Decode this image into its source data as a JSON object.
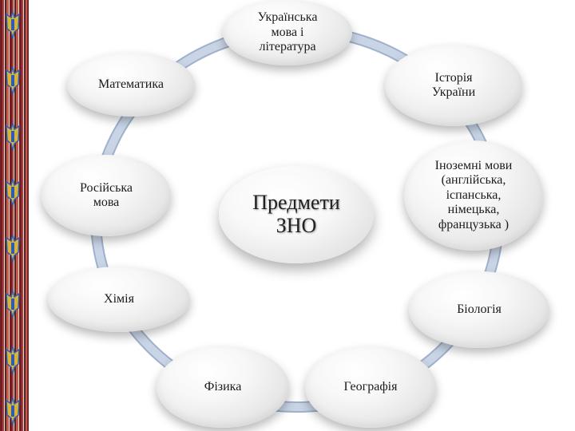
{
  "diagram": {
    "center": "Предмети\nЗНО",
    "nodes": [
      {
        "id": "ukr",
        "label": "Українська\nмова і\nлітература"
      },
      {
        "id": "hist",
        "label": "Історія\nУкраїни"
      },
      {
        "id": "foreign",
        "label": "Іноземні мови\n(англійська,\nіспанська,\nнімецька,\nфранцузька )"
      },
      {
        "id": "bio",
        "label": "Біологія"
      },
      {
        "id": "geo",
        "label": "Географія"
      },
      {
        "id": "phys",
        "label": "Фізика"
      },
      {
        "id": "chem",
        "label": "Хімія"
      },
      {
        "id": "rus",
        "label": "Російська\nмова"
      },
      {
        "id": "math",
        "label": "Математика"
      }
    ]
  },
  "colors": {
    "ring": "#b9c8de",
    "ring_edge": "#9fb1cc",
    "border_strip": "#7a2a2a",
    "trident_fill": "#d8b43a",
    "trident_field": "#2f5cb3"
  },
  "icons": {
    "border_emblem": "trident-icon"
  }
}
